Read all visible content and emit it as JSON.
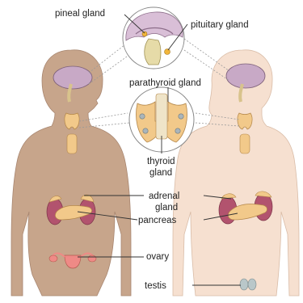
{
  "labels": {
    "pineal": "pineal gland",
    "pituitary": "pituitary gland",
    "parathyroid": "parathyroid gland",
    "thyroid_line1": "thyroid",
    "thyroid_line2": "gland",
    "adrenal_line1": "adrenal",
    "adrenal_line2": "gland",
    "pancreas": "pancreas",
    "ovary": "ovary",
    "testis": "testis"
  },
  "colors": {
    "female_skin": "#c7a58b",
    "male_skin": "#f6e0d0",
    "brain": "#c8a9c6",
    "gland": "#f2c98a",
    "kidney": "#b2536e",
    "ovary": "#ef8a86",
    "testis": "#b9c7c9"
  }
}
